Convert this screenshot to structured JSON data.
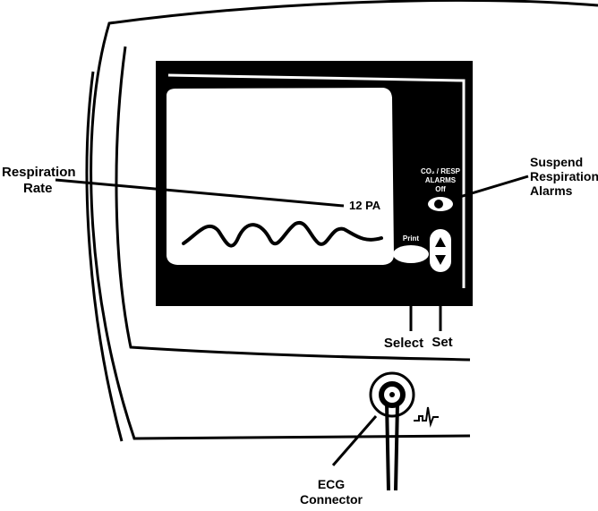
{
  "labels": {
    "respiration_rate": [
      "Respiration",
      "Rate"
    ],
    "suspend_alarms": [
      "Suspend",
      "Respiration",
      "Alarms"
    ],
    "select": "Select",
    "set": "Set",
    "ecg_connector": [
      "ECG",
      "Connector"
    ]
  },
  "screen": {
    "rate_readout": "12 PA"
  },
  "controls": {
    "alarm_button_caption": [
      "CO₂ / RESP",
      "ALARMS",
      "Off"
    ],
    "print_button_label": "Print"
  },
  "icons": {
    "up_arrow": "arrow-up-icon",
    "down_arrow": "arrow-down-icon",
    "ecg_symbol": "ecg-waveform-icon"
  },
  "colors": {
    "ink": "#000000",
    "paper": "#ffffff"
  }
}
